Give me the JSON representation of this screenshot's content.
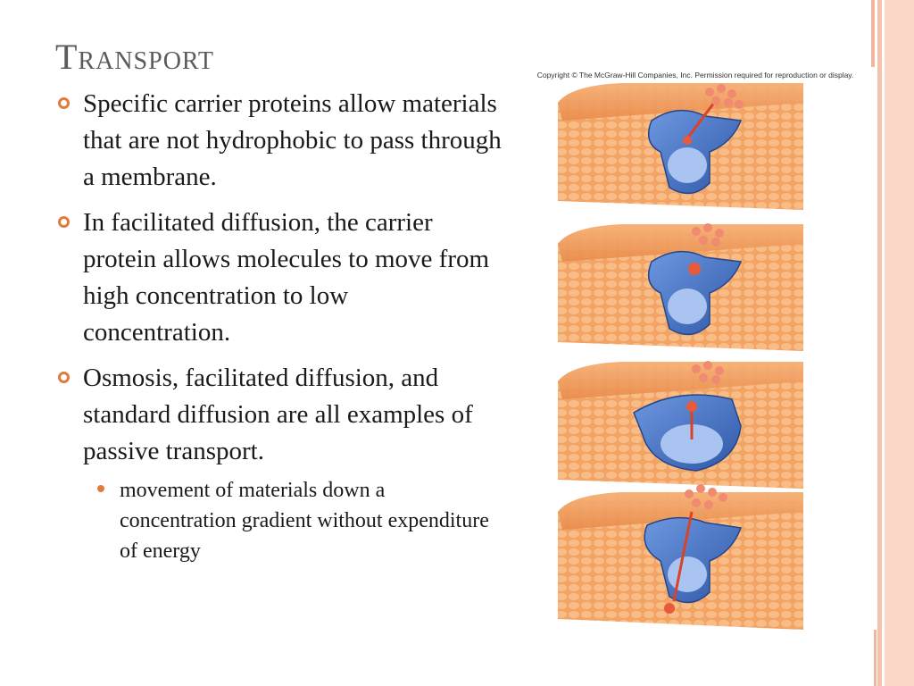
{
  "slide": {
    "title": "Transport",
    "bullets": [
      "Specific carrier proteins allow materials that are not hydrophobic to pass through a membrane.",
      "In facilitated diffusion, the carrier protein allows molecules to move from high concentration to low concentration.",
      "Osmosis, facilitated diffusion, and standard diffusion are all examples of passive transport."
    ],
    "sub_bullets": [
      "movement of materials down a concentration gradient without expenditure of energy"
    ]
  },
  "figure": {
    "copyright": "Copyright © The McGraw-Hill Companies, Inc. Permission required for reproduction or display.",
    "icon": "membrane-carrier-protein-illustration"
  },
  "colors": {
    "title": "#5b5b5b",
    "accent": "#e07a3d",
    "membrane": "#f0a060",
    "protein": "#4a78c8",
    "molecule": "#e85a3a"
  }
}
